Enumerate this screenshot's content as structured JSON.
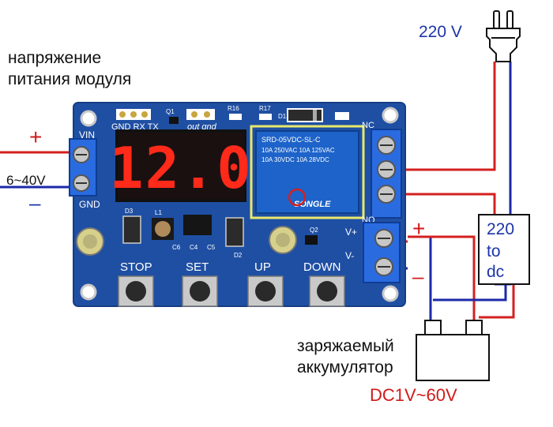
{
  "labels": {
    "module_supply_line1": "напряжение",
    "module_supply_line2": "питания модуля",
    "supply_range": "6~40V",
    "plus": "+",
    "minus": "–",
    "mains_voltage": "220 V",
    "converter_line1": "220",
    "converter_line2": "to",
    "converter_line3": "dc",
    "battery_line1": "заряжаемый",
    "battery_line2": "аккумулятор",
    "battery_range": "DC1V~60V"
  },
  "board": {
    "display_value": "12.0",
    "header_pins": "GND RX TX",
    "header_out": "out gnd",
    "terminal_vin": "VIN",
    "terminal_gnd": "GND",
    "terminal_nc": "NC",
    "terminal_no": "NO",
    "terminal_vplus": "V+",
    "terminal_vminus": "V-",
    "button_stop": "STOP",
    "button_set": "SET",
    "button_up": "UP",
    "button_down": "DOWN",
    "relay_line1": "SRD-05VDC-SL-C",
    "relay_line2": "10A 250VAC  10A 125VAC",
    "relay_line3": "10A 30VDC  10A 28VDC",
    "relay_brand": "SONGLE",
    "ref_q1": "Q1",
    "ref_r16": "R16",
    "ref_r17": "R17",
    "ref_d1": "D1",
    "ref_d2": "D2",
    "ref_d3": "D3",
    "ref_l1": "L1",
    "ref_c4": "C4",
    "ref_c5": "C5",
    "ref_c6": "C6",
    "ref_q2": "Q2"
  },
  "colors": {
    "board": "#1f4fa3",
    "wire_red": "#d42020",
    "wire_blue": "#1c2aa8",
    "led_red": "#ff2a1a",
    "highlight": "#e8e86a"
  }
}
